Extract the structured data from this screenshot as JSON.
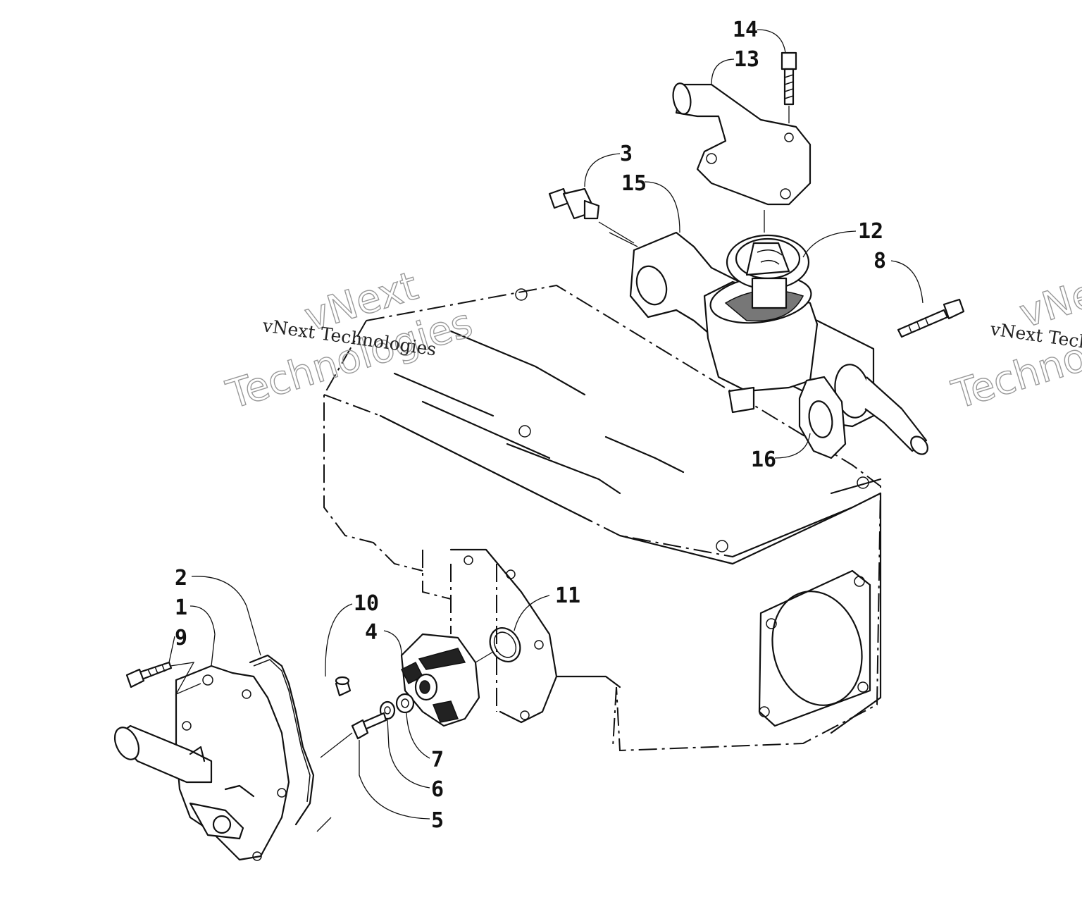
{
  "watermark": {
    "line1": "vNext",
    "line2": "Technologies",
    "small": "vNext Technologies"
  },
  "callouts": [
    {
      "id": "c1",
      "label": "1"
    },
    {
      "id": "c2",
      "label": "2"
    },
    {
      "id": "c3",
      "label": "3"
    },
    {
      "id": "c4",
      "label": "4"
    },
    {
      "id": "c5",
      "label": "5"
    },
    {
      "id": "c6",
      "label": "6"
    },
    {
      "id": "c7",
      "label": "7"
    },
    {
      "id": "c8",
      "label": "8"
    },
    {
      "id": "c9",
      "label": "9"
    },
    {
      "id": "c10",
      "label": "10"
    },
    {
      "id": "c11",
      "label": "11"
    },
    {
      "id": "c12",
      "label": "12"
    },
    {
      "id": "c13",
      "label": "13"
    },
    {
      "id": "c14",
      "label": "14"
    },
    {
      "id": "c15",
      "label": "15"
    },
    {
      "id": "c16",
      "label": "16"
    }
  ]
}
